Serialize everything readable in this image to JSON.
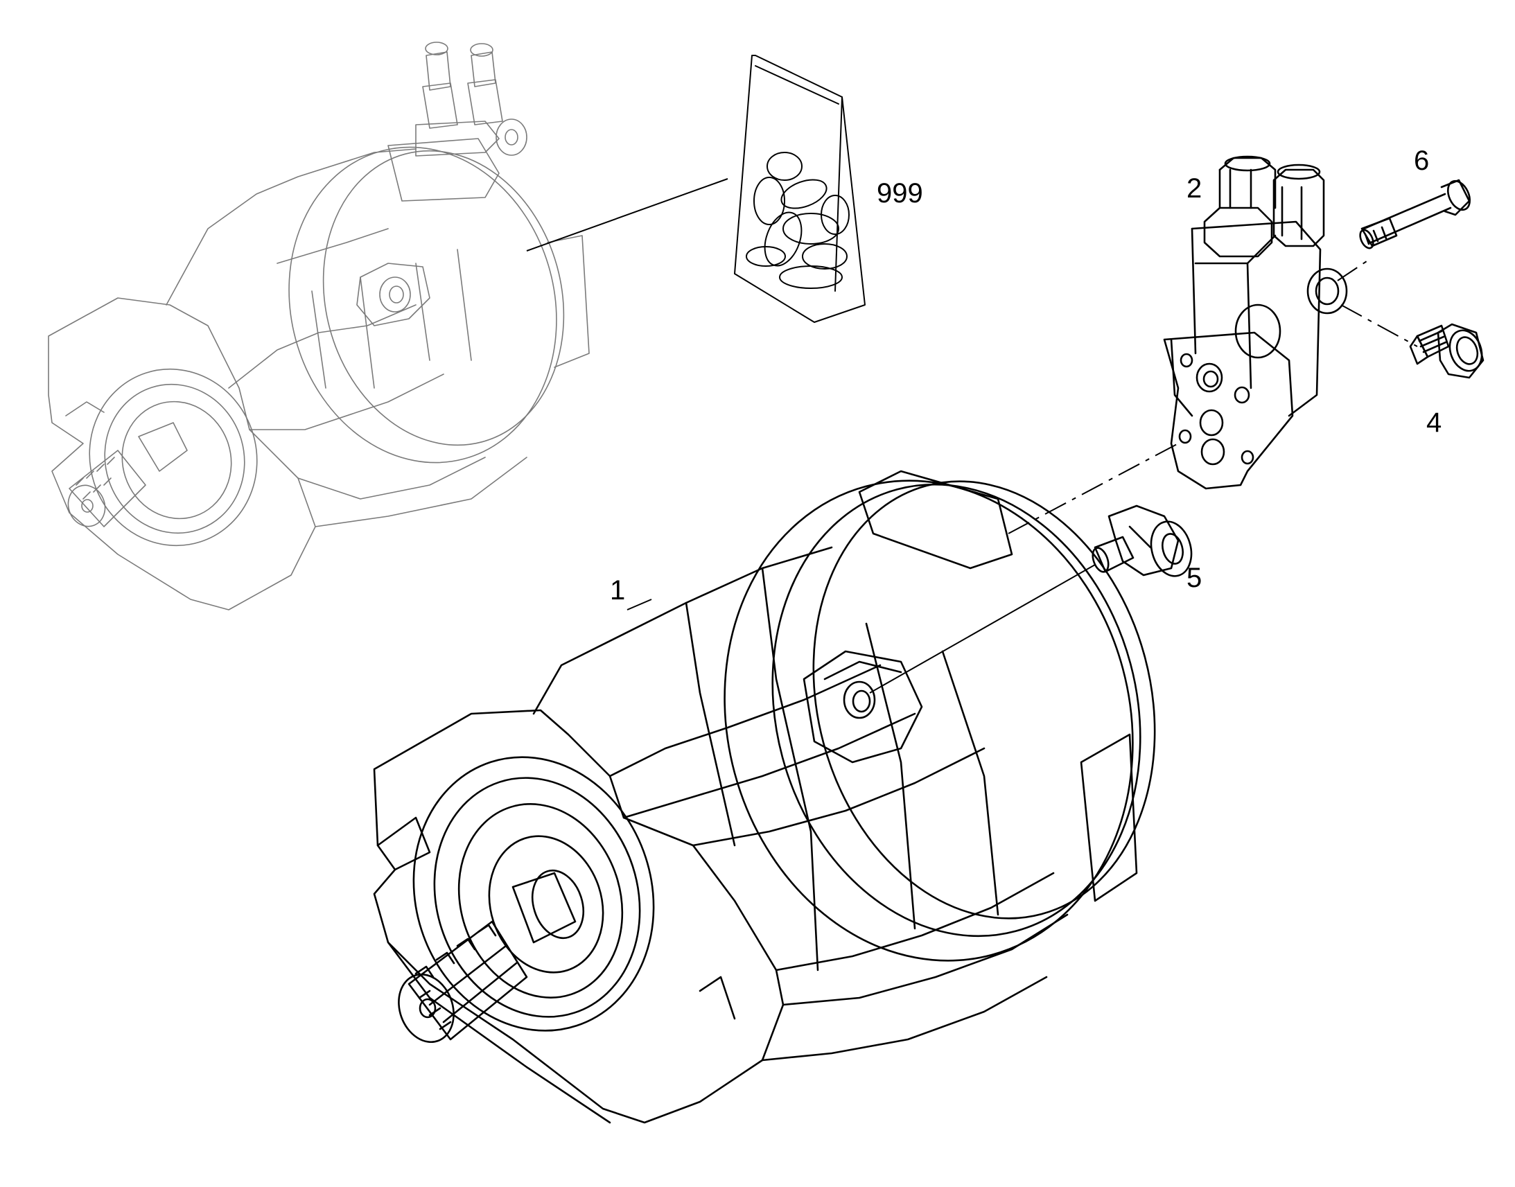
{
  "callouts": {
    "c1": "1",
    "c2": "2",
    "c4": "4",
    "c5": "5",
    "c6": "6",
    "c999": "999"
  },
  "colors": {
    "line": "#000000",
    "ghost": "#7a7a7a",
    "background": "#ffffff"
  }
}
